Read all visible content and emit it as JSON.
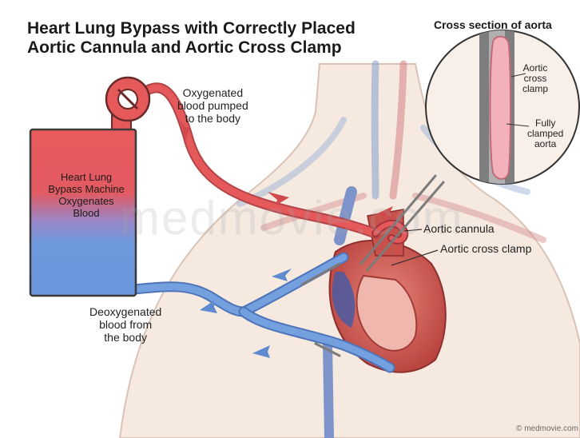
{
  "title": {
    "line1": "Heart Lung Bypass with Correctly Placed",
    "line2": "Aortic Cannula and  Aortic Cross Clamp"
  },
  "cross_section": {
    "title": "Cross section of aorta",
    "clamp_label": [
      "Aortic",
      "cross",
      "clamp"
    ],
    "clamped_label": [
      "Fully",
      "clamped",
      "aorta"
    ]
  },
  "labels": {
    "oxygenated": [
      "Oxygenated",
      "blood pumped",
      "to the body"
    ],
    "machine": [
      "Heart Lung",
      "Bypass Machine",
      "Oxygenates",
      "Blood"
    ],
    "deoxygenated": [
      "Deoxygenated",
      "blood from",
      "the body"
    ],
    "aortic_cannula": "Aortic cannula",
    "aortic_cross_clamp": "Aortic cross clamp"
  },
  "watermark": "medmovie.com",
  "credit": "© medmovie.com",
  "colors": {
    "oxygenated": "#e0575a",
    "deoxygenated": "#6f9ad6",
    "tissue": "#f4e6dc",
    "heart": "#d9574f"
  }
}
